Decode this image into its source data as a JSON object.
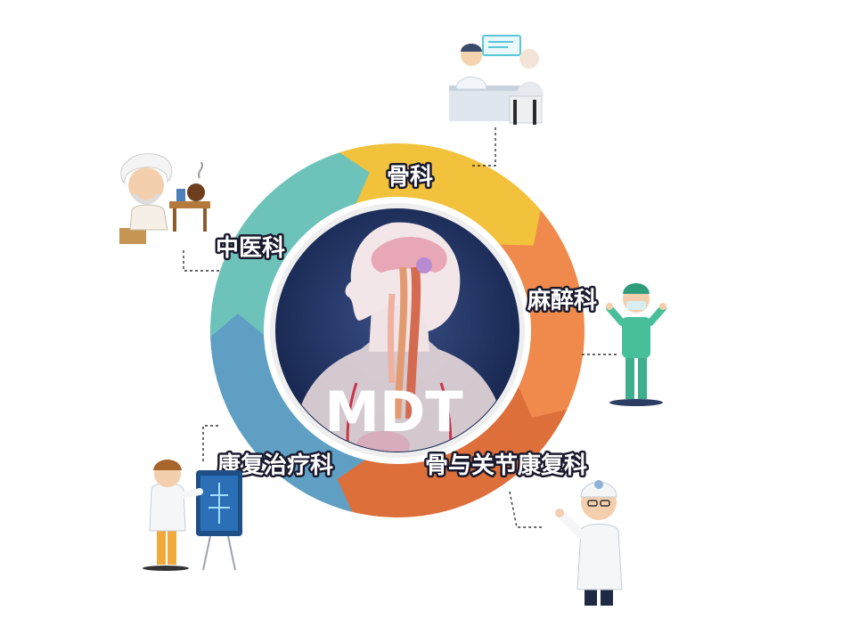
{
  "center": {
    "title": "MDT"
  },
  "departments": [
    {
      "label": "骨科",
      "color": "#f2c23c"
    },
    {
      "label": "麻醉科",
      "color": "#ef8a4c"
    },
    {
      "label": "骨与关节康复科",
      "color": "#dd6f3a"
    },
    {
      "label": "康复治疗科",
      "color": "#5f9fc4"
    },
    {
      "label": "中医科",
      "color": "#6dc3b9"
    }
  ],
  "colors": {
    "center_bg": "#1d2f5e",
    "ring_light": "#e9e9ea"
  }
}
